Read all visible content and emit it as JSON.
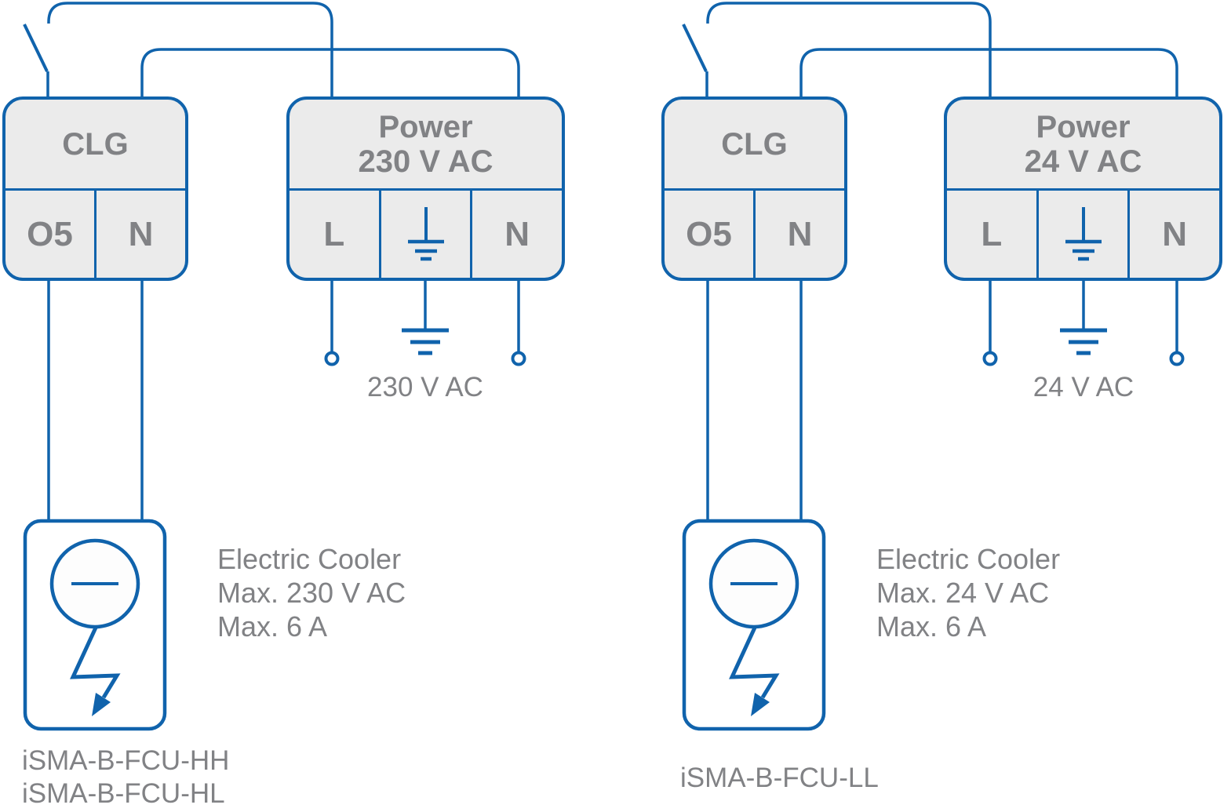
{
  "colors": {
    "wire_blue": "#1063ac",
    "box_fill": "#ebebeb",
    "label_gray": "#818285",
    "background": "#ffffff"
  },
  "left_circuit": {
    "clg_box": {
      "title": "CLG",
      "terminals": [
        "O5",
        "N"
      ]
    },
    "power_box": {
      "title_line1": "Power",
      "title_line2": "230 V AC",
      "terminal_l": "L",
      "terminal_n": "N"
    },
    "supply_label": "230 V AC",
    "cooler_specs": [
      "Electric Cooler",
      "Max. 230 V AC",
      "Max. 6 A"
    ],
    "device_labels": [
      "iSMA-B-FCU-HH",
      "iSMA-B-FCU-HL"
    ]
  },
  "right_circuit": {
    "clg_box": {
      "title": "CLG",
      "terminals": [
        "O5",
        "N"
      ]
    },
    "power_box": {
      "title_line1": "Power",
      "title_line2": "24 V AC",
      "terminal_l": "L",
      "terminal_n": "N"
    },
    "supply_label": "24 V AC",
    "cooler_specs": [
      "Electric Cooler",
      "Max. 24 V AC",
      "Max. 6 A"
    ],
    "device_labels": [
      "iSMA-B-FCU-LL"
    ]
  }
}
